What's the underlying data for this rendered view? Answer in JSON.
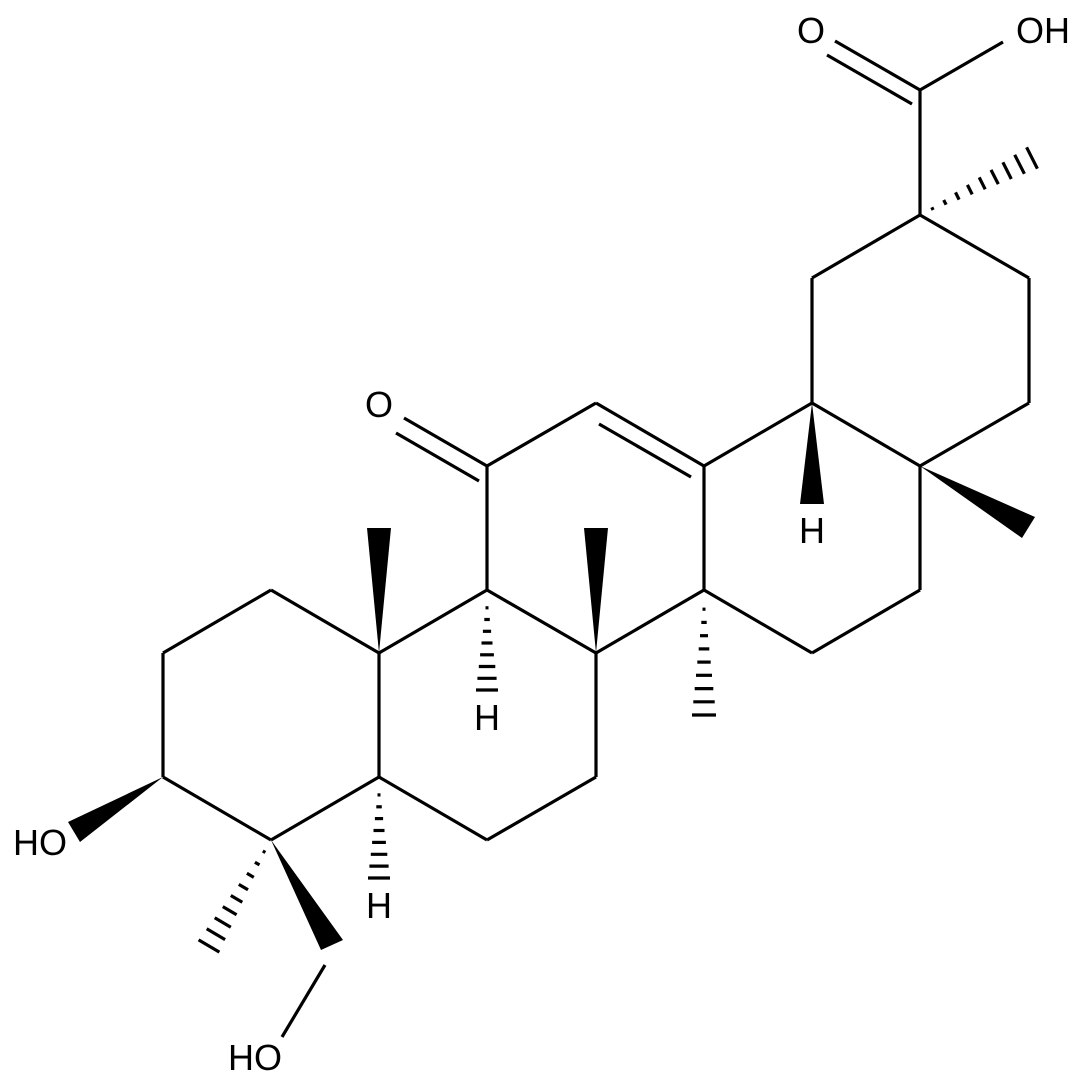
{
  "molecule": {
    "atom_labels": {
      "carbonyl_o": "O",
      "acid_o": "O",
      "acid_oh": "OH",
      "oh_c3": "HO",
      "oh_ch2": "HO",
      "h_c18": "H",
      "h_c9": "H",
      "h_c5": "H"
    }
  }
}
